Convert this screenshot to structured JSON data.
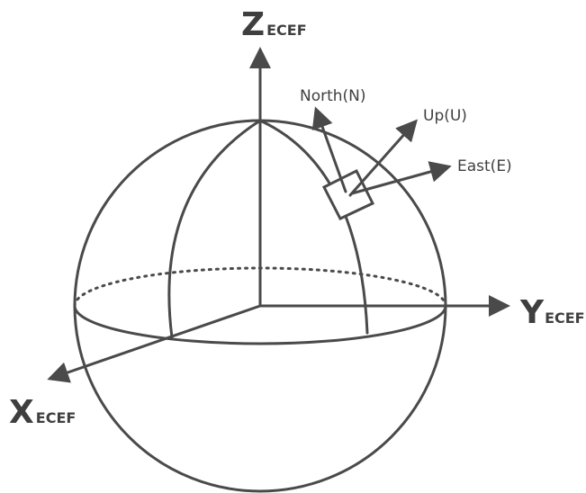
{
  "colors": {
    "stroke": "#4a4a4a",
    "text": "#3f3f3f",
    "background": "#ffffff"
  },
  "axes": {
    "z": {
      "main": "Z",
      "sub": "ECEF"
    },
    "y": {
      "main": "Y",
      "sub": "ECEF"
    },
    "x": {
      "main": "X",
      "sub": "ECEF"
    }
  },
  "local_frame": {
    "north": "North(N)",
    "up": "Up(U)",
    "east": "East(E)"
  }
}
